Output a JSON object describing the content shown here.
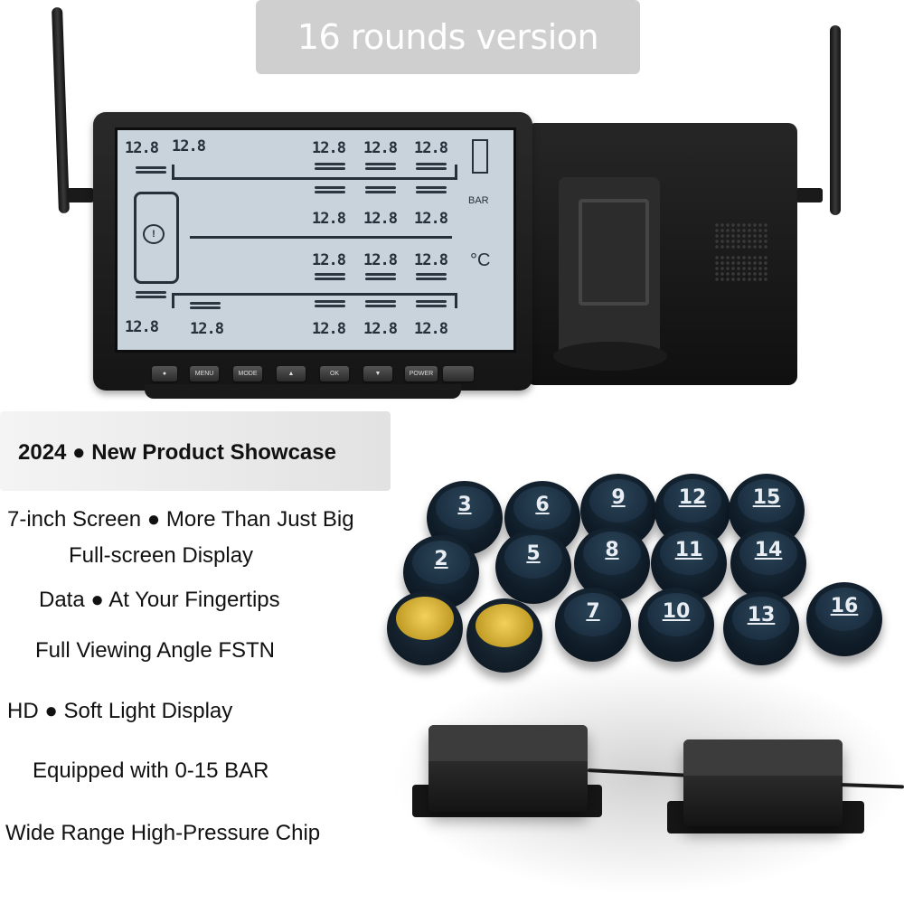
{
  "version_banner": "16 rounds version",
  "lcd": {
    "reading": "12.8",
    "unit_pressure": "BAR",
    "unit_temperature": "°C"
  },
  "buttons": [
    "MENU",
    "MODE",
    "▲",
    "OK",
    "▼",
    "POWER"
  ],
  "showcase_title": "2024 ● New Product Showcase",
  "features": [
    "7-inch Screen ● More Than Just Big",
    "Full-screen Display",
    "Data ● At Your Fingertips",
    "Full Viewing Angle FSTN",
    "HD ● Soft Light Display",
    "Equipped with 0-15 BAR",
    "Wide Range High-Pressure Chip"
  ],
  "sensors": [
    "3",
    "6",
    "9",
    "12",
    "15",
    "2",
    "5",
    "8",
    "11",
    "14",
    "",
    "",
    "7",
    "10",
    "13",
    "16"
  ],
  "colors": {
    "banner_bg": "#cfcfcf",
    "lcd_bg": "#c9d3dc",
    "sensor": "#0f1c28",
    "brass": "#d8b23a"
  }
}
